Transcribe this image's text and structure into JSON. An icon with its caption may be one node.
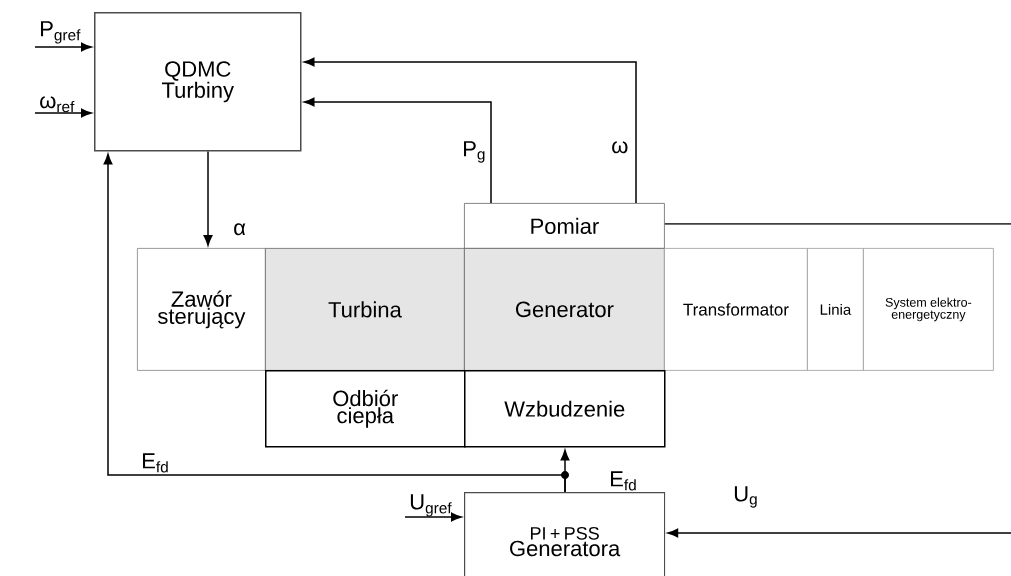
{
  "diagram": {
    "nodes": [
      {
        "text": [
          "QDMC Turbiny"
        ]
      },
      {
        "text": [
          "Pomiar"
        ]
      },
      {
        "text": [
          "Zawór sterujący"
        ]
      },
      {
        "text": [
          "Turbina"
        ]
      },
      {
        "text": [
          "Generator"
        ]
      },
      {
        "text": [
          "Transformator"
        ]
      },
      {
        "text": [
          "Linia"
        ]
      },
      {
        "text": [
          "System elektro-energetyczny"
        ]
      },
      {
        "text": [
          "Odbiór ciepła"
        ]
      },
      {
        "text": [
          "Wzbudzenie"
        ]
      },
      {
        "text": [
          "PI + PSS",
          "Generatora"
        ]
      }
    ],
    "edges": [
      {
        "from": null,
        "to": 0,
        "arrow": "to",
        "label": "P$_{gref}$"
      },
      {
        "from": null,
        "to": 0,
        "arrow": "to",
        "label": "ω$_{ref}$"
      },
      {
        "from": 1,
        "to": 0,
        "arrow": "to",
        "label": "P$_{g}$"
      },
      {
        "from": 1,
        "to": 0,
        "arrow": "to",
        "label": "ω"
      },
      {
        "from": 0,
        "to": 2,
        "arrow": "to",
        "label": "α"
      },
      {
        "from": 10,
        "to": 9,
        "arrow": "to",
        "label": "E$_{fd}$"
      },
      {
        "from": 10,
        "to": 0,
        "arrow": "to",
        "label": "E$_{fd}$"
      },
      {
        "from": null,
        "to": 10,
        "arrow": "to",
        "label": "U$_{gref}$"
      },
      {
        "from": null,
        "to": 10,
        "arrow": "to",
        "label": "U$_{g}$"
      },
      {
        "from": 1,
        "to": null,
        "arrow": "none"
      }
    ]
  }
}
